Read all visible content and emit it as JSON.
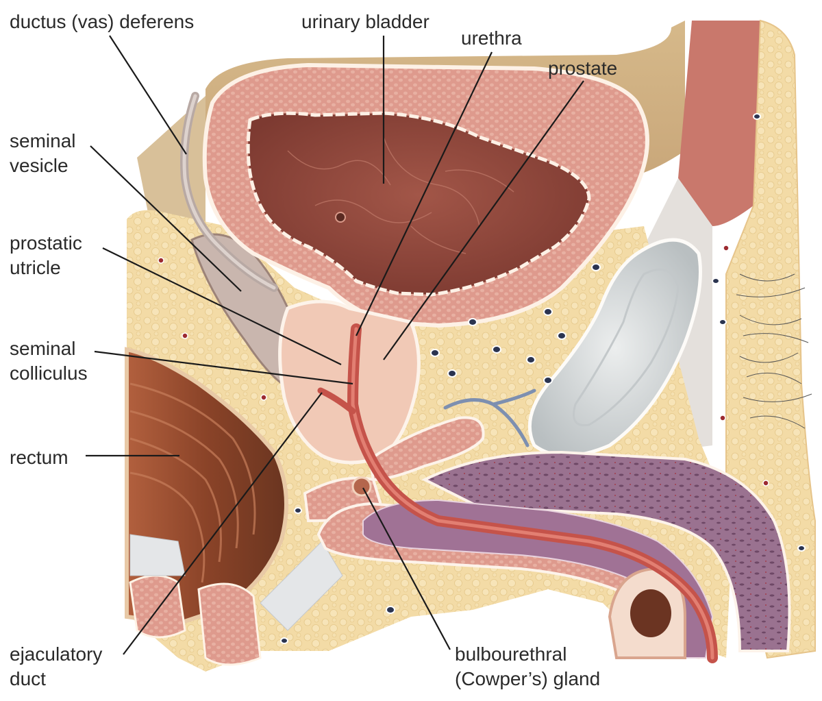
{
  "labels": {
    "ductus_deferens": "ductus (vas) deferens",
    "urinary_bladder": "urinary bladder",
    "urethra": "urethra",
    "prostate": "prostate",
    "seminal_vesicle": [
      "seminal",
      "vesicle"
    ],
    "prostatic_utricle": [
      "prostatic",
      "utricle"
    ],
    "seminal_colliculus": [
      "seminal",
      "colliculus"
    ],
    "rectum": "rectum",
    "ejaculatory_duct": [
      "ejaculatory",
      "duct"
    ],
    "bulbourethral_gland": [
      "bulbourethral",
      "(Cowper’s) gland"
    ]
  },
  "colors": {
    "fat": "#f3dba6",
    "muscle": "#d98a80",
    "bladder_lumen": "#9a4a3e",
    "urethra": "#c9574b",
    "prostate": "#f0c6b4",
    "erectile": "#8e6480",
    "rectum": "#8f4a2e",
    "bone": "#d5d9da",
    "leader": "#1a1a1a"
  }
}
